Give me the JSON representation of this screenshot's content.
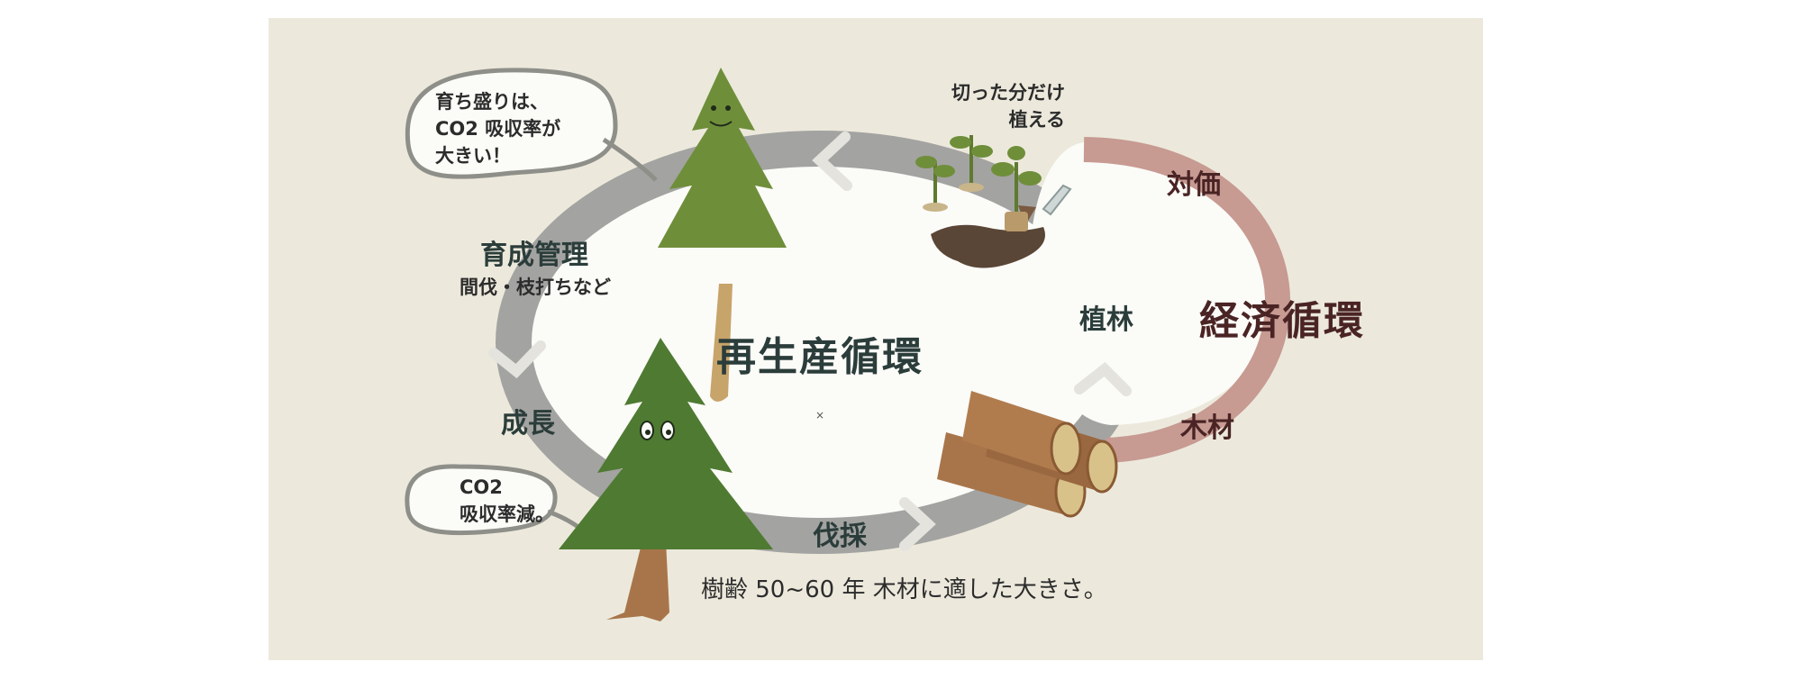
{
  "cycle": {
    "title": "再生産循環",
    "steps": {
      "management": "育成管理",
      "management_sub": "間伐・枝打ちなど",
      "growth": "成長",
      "harvest": "伐採",
      "planting": "植林"
    }
  },
  "economy": {
    "title": "経済循環",
    "compensation": "対価",
    "timber": "木材"
  },
  "notes": {
    "plant_line1": "切った分だけ",
    "plant_line2": "植える",
    "young_line1": "育ち盛りは、",
    "young_line2": "CO2 吸収率が",
    "young_line3": "大きい！",
    "old_line1": "CO2",
    "old_line2": "吸収率減。",
    "age": "樹齢 50~60 年  木材に適した大きさ。",
    "center_mark": "×"
  },
  "colors": {
    "panel": "#ece9dc",
    "ring": "#a3a3a1",
    "ring_light": "#f1f0ea",
    "econ_arc": "#c79a92",
    "tree": "#4f7a32",
    "wood": "#a8754a"
  }
}
